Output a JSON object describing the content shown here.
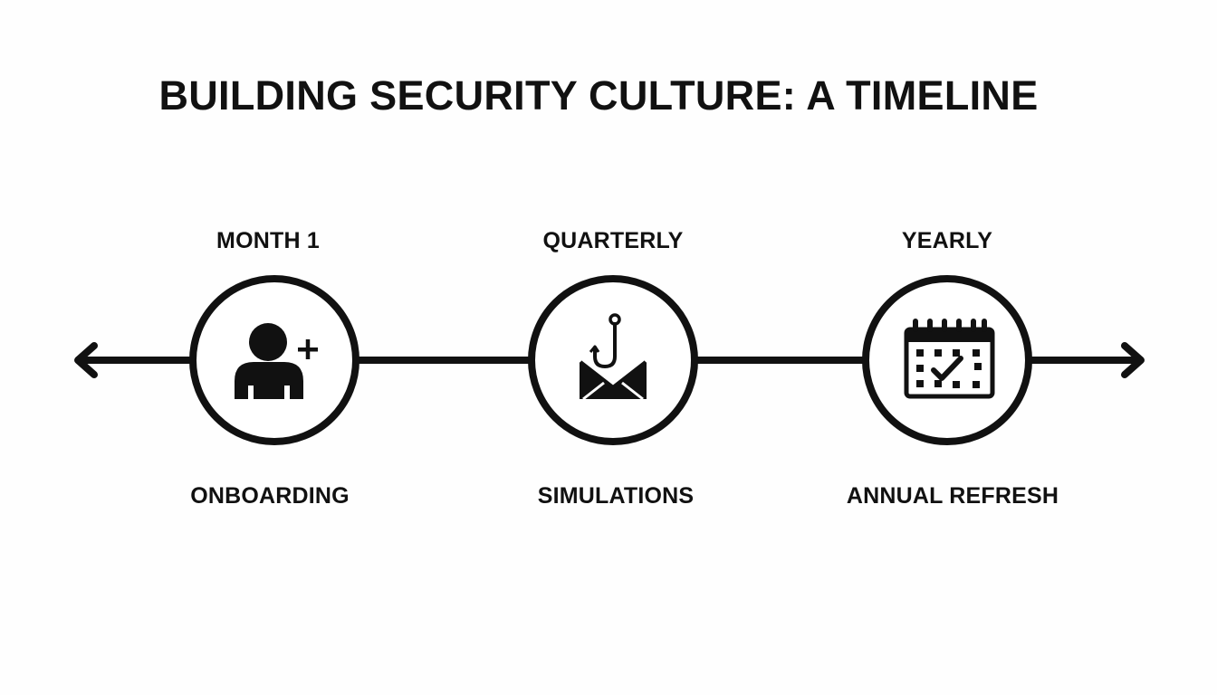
{
  "title": "BUILDING SECURITY CULTURE: A TIMELINE",
  "stages": [
    {
      "period": "MONTH 1",
      "name": "ONBOARDING",
      "icon": "add-user-icon"
    },
    {
      "period": "QUARTERLY",
      "name": "SIMULATIONS",
      "icon": "phishing-email-icon"
    },
    {
      "period": "YEARLY",
      "name": "ANNUAL REFRESH",
      "icon": "calendar-check-icon"
    }
  ],
  "colors": {
    "background": "#fefefe",
    "ink": "#111111"
  }
}
